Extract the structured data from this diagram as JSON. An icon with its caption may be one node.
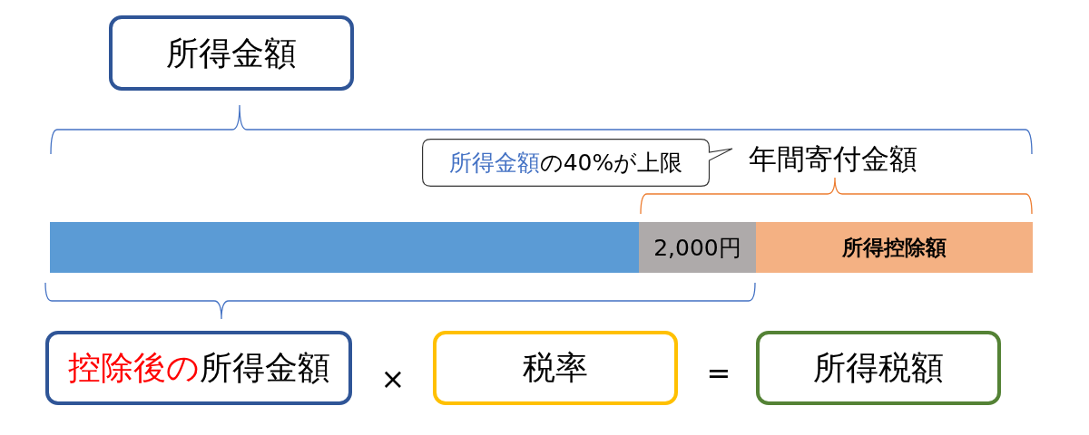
{
  "diagram": {
    "nodes": [
      {
        "text": [
          "所得金額"
        ]
      },
      {
        "text": [
          "所得金額の40%が上限"
        ]
      },
      {
        "text": [],
        "shape": "bar"
      },
      {
        "text": [
          "2,000円"
        ]
      },
      {
        "text": [
          "所得控除額"
        ]
      },
      {
        "text": [
          "控除後の所得金額"
        ]
      },
      {
        "text": [
          "税率"
        ]
      },
      {
        "text": [
          "所得税額"
        ]
      }
    ],
    "labels": [
      "年間寄付金額",
      "×",
      "="
    ]
  }
}
